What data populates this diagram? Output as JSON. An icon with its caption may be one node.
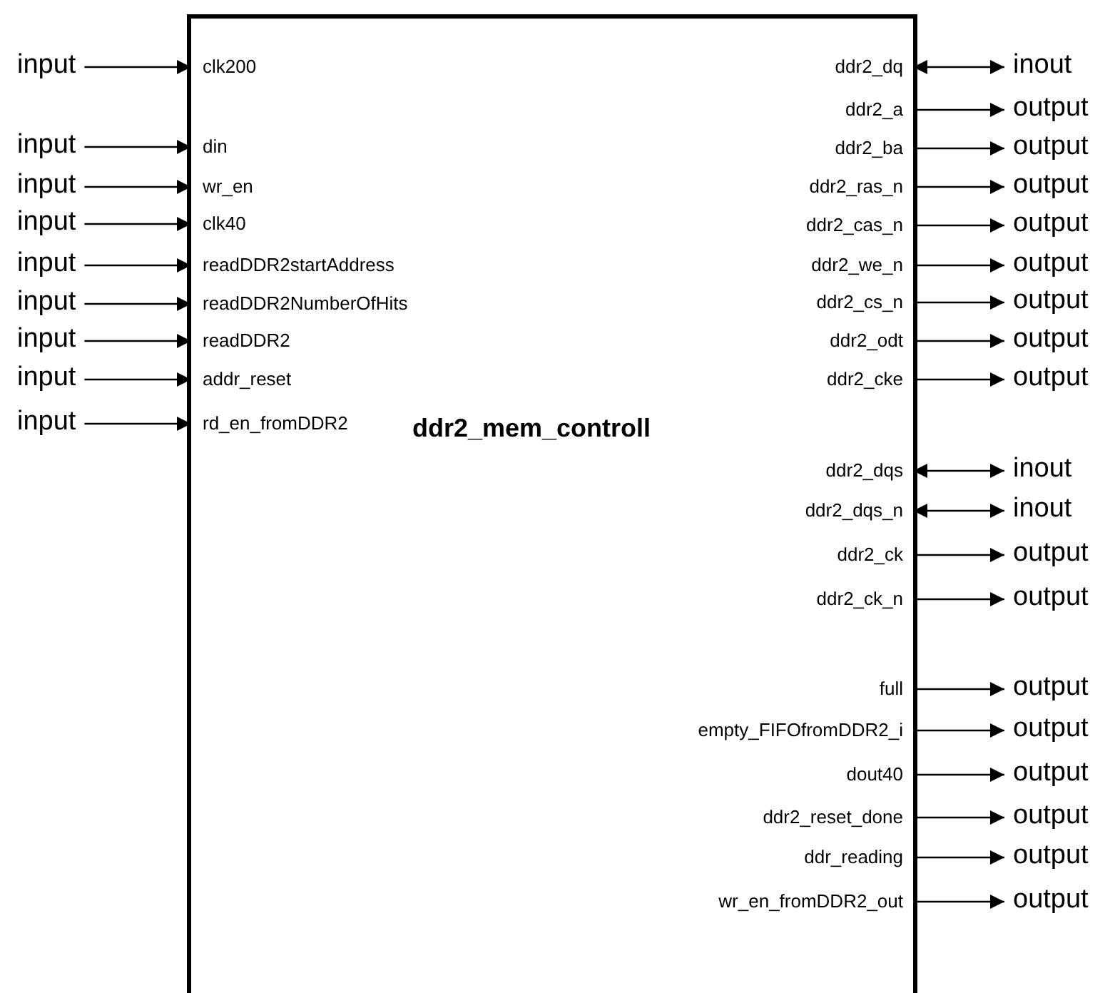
{
  "diagram": {
    "nodes": [
      {
        "text": [
          "ddr2_mem_controll"
        ]
      },
      {
        "text": [
          "clk200"
        ],
        "in": 0
      },
      {
        "text": [
          "din"
        ],
        "in": 0
      },
      {
        "text": [
          "wr_en"
        ],
        "in": 0
      },
      {
        "text": [
          "clk40"
        ],
        "in": 0
      },
      {
        "text": [
          "readDDR2startAddress"
        ],
        "in": 0
      },
      {
        "text": [
          "readDDR2NumberOfHits"
        ],
        "in": 0
      },
      {
        "text": [
          "readDDR2"
        ],
        "in": 0
      },
      {
        "text": [
          "addr_reset"
        ],
        "in": 0
      },
      {
        "text": [
          "rd_en_fromDDR2"
        ],
        "in": 0
      },
      {
        "text": [
          "ddr2_dq"
        ],
        "in": 0
      },
      {
        "text": [
          "ddr2_a"
        ],
        "in": 0
      },
      {
        "text": [
          "ddr2_ba"
        ],
        "in": 0
      },
      {
        "text": [
          "ddr2_ras_n"
        ],
        "in": 0
      },
      {
        "text": [
          "ddr2_cas_n"
        ],
        "in": 0
      },
      {
        "text": [
          "ddr2_we_n"
        ],
        "in": 0
      },
      {
        "text": [
          "ddr2_cs_n"
        ],
        "in": 0
      },
      {
        "text": [
          "ddr2_odt"
        ],
        "in": 0
      },
      {
        "text": [
          "ddr2_cke"
        ],
        "in": 0
      },
      {
        "text": [
          "ddr2_dqs"
        ],
        "in": 0
      },
      {
        "text": [
          "ddr2_dqs_n"
        ],
        "in": 0
      },
      {
        "text": [
          "ddr2_ck"
        ],
        "in": 0
      },
      {
        "text": [
          "ddr2_ck_n"
        ],
        "in": 0
      },
      {
        "text": [
          "full"
        ],
        "in": 0
      },
      {
        "text": [
          "empty_FIFOfromDDR2_i"
        ],
        "in": 0
      },
      {
        "text": [
          "dout40"
        ],
        "in": 0
      },
      {
        "text": [
          "ddr2_reset_done"
        ],
        "in": 0
      },
      {
        "text": [
          "ddr_reading"
        ],
        "in": 0
      },
      {
        "text": [
          "wr_en_fromDDR2_out"
        ],
        "in": 0
      },
      {
        "text": [
          "input"
        ]
      },
      {
        "text": [
          "input"
        ]
      },
      {
        "text": [
          "input"
        ]
      },
      {
        "text": [
          "input"
        ]
      },
      {
        "text": [
          "input"
        ]
      },
      {
        "text": [
          "input"
        ]
      },
      {
        "text": [
          "input"
        ]
      },
      {
        "text": [
          "input"
        ]
      },
      {
        "text": [
          "input"
        ]
      },
      {
        "text": [
          "inout"
        ]
      },
      {
        "text": [
          "output"
        ]
      },
      {
        "text": [
          "output"
        ]
      },
      {
        "text": [
          "output"
        ]
      },
      {
        "text": [
          "output"
        ]
      },
      {
        "text": [
          "output"
        ]
      },
      {
        "text": [
          "output"
        ]
      },
      {
        "text": [
          "output"
        ]
      },
      {
        "text": [
          "output"
        ]
      },
      {
        "text": [
          "inout"
        ]
      },
      {
        "text": [
          "inout"
        ]
      },
      {
        "text": [
          "output"
        ]
      },
      {
        "text": [
          "output"
        ]
      },
      {
        "text": [
          "output"
        ]
      },
      {
        "text": [
          "output"
        ]
      },
      {
        "text": [
          "output"
        ]
      },
      {
        "text": [
          "output"
        ]
      },
      {
        "text": [
          "output"
        ]
      },
      {
        "text": [
          "output"
        ]
      }
    ],
    "edges": [
      {
        "from": 29,
        "to": 1,
        "arrow": "to"
      },
      {
        "from": 30,
        "to": 2,
        "arrow": "to"
      },
      {
        "from": 31,
        "to": 3,
        "arrow": "to"
      },
      {
        "from": 32,
        "to": 4,
        "arrow": "to"
      },
      {
        "from": 33,
        "to": 5,
        "arrow": "to"
      },
      {
        "from": 34,
        "to": 6,
        "arrow": "to"
      },
      {
        "from": 35,
        "to": 7,
        "arrow": "to"
      },
      {
        "from": 36,
        "to": 8,
        "arrow": "to"
      },
      {
        "from": 37,
        "to": 9,
        "arrow": "to"
      },
      {
        "from": 10,
        "to": 38,
        "arrow": "both"
      },
      {
        "from": 11,
        "to": 39,
        "arrow": "to"
      },
      {
        "from": 12,
        "to": 40,
        "arrow": "to"
      },
      {
        "from": 13,
        "to": 41,
        "arrow": "to"
      },
      {
        "from": 14,
        "to": 42,
        "arrow": "to"
      },
      {
        "from": 15,
        "to": 43,
        "arrow": "to"
      },
      {
        "from": 16,
        "to": 44,
        "arrow": "to"
      },
      {
        "from": 17,
        "to": 45,
        "arrow": "to"
      },
      {
        "from": 18,
        "to": 46,
        "arrow": "to"
      },
      {
        "from": 19,
        "to": 47,
        "arrow": "both"
      },
      {
        "from": 20,
        "to": 48,
        "arrow": "both"
      },
      {
        "from": 21,
        "to": 49,
        "arrow": "to"
      },
      {
        "from": 22,
        "to": 50,
        "arrow": "to"
      },
      {
        "from": 23,
        "to": 51,
        "arrow": "to"
      },
      {
        "from": 24,
        "to": 52,
        "arrow": "to"
      },
      {
        "from": 25,
        "to": 53,
        "arrow": "to"
      },
      {
        "from": 26,
        "to": 54,
        "arrow": "to"
      },
      {
        "from": 27,
        "to": 55,
        "arrow": "to"
      },
      {
        "from": 28,
        "to": 56,
        "arrow": "to"
      }
    ]
  }
}
